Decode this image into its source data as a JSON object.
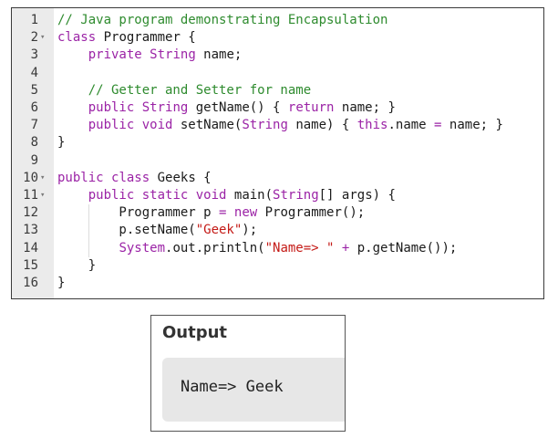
{
  "editor": {
    "lines": [
      {
        "n": "1",
        "fold": false,
        "tokens": [
          {
            "t": "// Java program demonstrating Encapsulation",
            "c": "cm"
          }
        ]
      },
      {
        "n": "2",
        "fold": true,
        "tokens": [
          {
            "t": "class",
            "c": "kw"
          },
          {
            "t": " Programmer {",
            "c": "tx"
          }
        ]
      },
      {
        "n": "3",
        "fold": false,
        "tokens": [
          {
            "t": "    ",
            "c": "tx"
          },
          {
            "t": "private",
            "c": "kw"
          },
          {
            "t": " ",
            "c": "tx"
          },
          {
            "t": "String",
            "c": "kw"
          },
          {
            "t": " name;",
            "c": "tx"
          }
        ]
      },
      {
        "n": "4",
        "fold": false,
        "tokens": []
      },
      {
        "n": "5",
        "fold": false,
        "tokens": [
          {
            "t": "    ",
            "c": "tx"
          },
          {
            "t": "// Getter and Setter for name",
            "c": "cm"
          }
        ]
      },
      {
        "n": "6",
        "fold": false,
        "tokens": [
          {
            "t": "    ",
            "c": "tx"
          },
          {
            "t": "public",
            "c": "kw"
          },
          {
            "t": " ",
            "c": "tx"
          },
          {
            "t": "String",
            "c": "kw"
          },
          {
            "t": " getName() { ",
            "c": "tx"
          },
          {
            "t": "return",
            "c": "kw"
          },
          {
            "t": " name; }",
            "c": "tx"
          }
        ]
      },
      {
        "n": "7",
        "fold": false,
        "tokens": [
          {
            "t": "    ",
            "c": "tx"
          },
          {
            "t": "public",
            "c": "kw"
          },
          {
            "t": " ",
            "c": "tx"
          },
          {
            "t": "void",
            "c": "kw"
          },
          {
            "t": " setName(",
            "c": "tx"
          },
          {
            "t": "String",
            "c": "kw"
          },
          {
            "t": " name) { ",
            "c": "tx"
          },
          {
            "t": "this",
            "c": "kw"
          },
          {
            "t": ".name ",
            "c": "tx"
          },
          {
            "t": "=",
            "c": "op"
          },
          {
            "t": " name; }",
            "c": "tx"
          }
        ]
      },
      {
        "n": "8",
        "fold": false,
        "tokens": [
          {
            "t": "}",
            "c": "tx"
          }
        ]
      },
      {
        "n": "9",
        "fold": false,
        "tokens": []
      },
      {
        "n": "10",
        "fold": true,
        "tokens": [
          {
            "t": "public",
            "c": "kw"
          },
          {
            "t": " ",
            "c": "tx"
          },
          {
            "t": "class",
            "c": "kw"
          },
          {
            "t": " Geeks {",
            "c": "tx"
          }
        ]
      },
      {
        "n": "11",
        "fold": true,
        "tokens": [
          {
            "t": "    ",
            "c": "tx"
          },
          {
            "t": "public",
            "c": "kw"
          },
          {
            "t": " ",
            "c": "tx"
          },
          {
            "t": "static",
            "c": "kw"
          },
          {
            "t": " ",
            "c": "tx"
          },
          {
            "t": "void",
            "c": "kw"
          },
          {
            "t": " main(",
            "c": "tx"
          },
          {
            "t": "String",
            "c": "kw"
          },
          {
            "t": "[] args) {",
            "c": "tx"
          }
        ]
      },
      {
        "n": "12",
        "fold": false,
        "tokens": [
          {
            "t": "        Programmer p ",
            "c": "tx"
          },
          {
            "t": "=",
            "c": "op"
          },
          {
            "t": " ",
            "c": "tx"
          },
          {
            "t": "new",
            "c": "kw"
          },
          {
            "t": " Programmer();",
            "c": "tx"
          }
        ]
      },
      {
        "n": "13",
        "fold": false,
        "tokens": [
          {
            "t": "        p.setName(",
            "c": "tx"
          },
          {
            "t": "\"Geek\"",
            "c": "str"
          },
          {
            "t": ");",
            "c": "tx"
          }
        ]
      },
      {
        "n": "14",
        "fold": false,
        "tokens": [
          {
            "t": "        ",
            "c": "tx"
          },
          {
            "t": "System",
            "c": "kw"
          },
          {
            "t": ".out.println(",
            "c": "tx"
          },
          {
            "t": "\"Name=> \"",
            "c": "str"
          },
          {
            "t": " ",
            "c": "tx"
          },
          {
            "t": "+",
            "c": "op"
          },
          {
            "t": " p.getName());",
            "c": "tx"
          }
        ]
      },
      {
        "n": "15",
        "fold": false,
        "tokens": [
          {
            "t": "    }",
            "c": "tx"
          }
        ]
      },
      {
        "n": "16",
        "fold": false,
        "tokens": [
          {
            "t": "}",
            "c": "tx"
          }
        ]
      }
    ],
    "fold_marker": "▾"
  },
  "output": {
    "title": "Output",
    "text": "Name=> Geek"
  },
  "colors": {
    "keyword": "#9b23a6",
    "comment": "#2e8b2e",
    "string": "#c41a16",
    "text": "#1a1a1a",
    "gutter_bg": "#ebebeb",
    "output_panel_bg": "#e7e7e7"
  }
}
